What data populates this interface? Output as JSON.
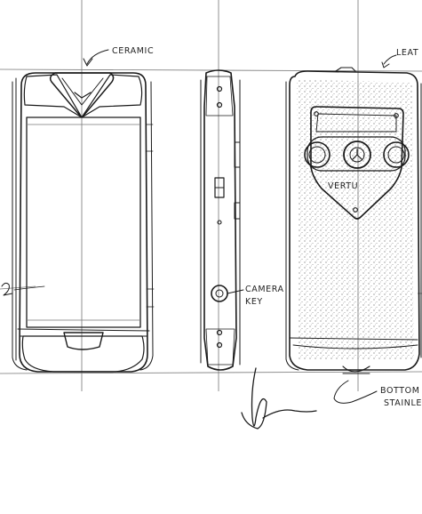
{
  "annotations": {
    "ceramic": "CERAMIC",
    "leather": "LEAT",
    "camera_key_line1": "CAMERA",
    "camera_key_line2": "KEY",
    "bottom_line1": "BOTTOM",
    "bottom_line2": "STAINLESS",
    "badge": "VERTU"
  },
  "colors": {
    "ink": "#1a1a1a",
    "guide": "#777777",
    "paper": "#ffffff",
    "shade": "#555555"
  }
}
